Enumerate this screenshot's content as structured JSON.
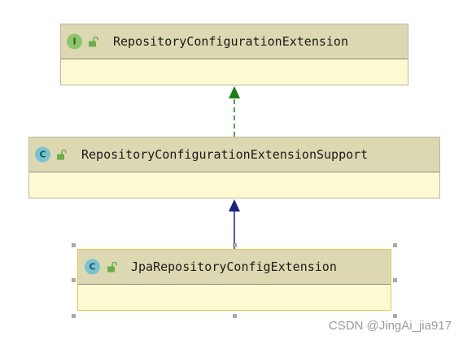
{
  "nodes": {
    "interface": {
      "badge": "I",
      "title": "RepositoryConfigurationExtension"
    },
    "support": {
      "badge": "C",
      "title": "RepositoryConfigurationExtensionSupport"
    },
    "jpa": {
      "badge": "C",
      "title": "JpaRepositoryConfigExtension"
    }
  },
  "edges": [
    {
      "from": "support",
      "to": "interface",
      "kind": "implements",
      "style": "dashed",
      "color": "#1a7f1a"
    },
    {
      "from": "jpa",
      "to": "support",
      "kind": "extends",
      "style": "solid",
      "color": "#1a237e"
    }
  ],
  "colors": {
    "header": "#dcd9b2",
    "body": "#fdfad2",
    "selected_border": "#e5c84d",
    "interface_badge": "#8cc46b",
    "class_badge": "#79c3cf",
    "lock_icon": "#6dac4f"
  },
  "watermark": "CSDN @JingAi_jia917"
}
